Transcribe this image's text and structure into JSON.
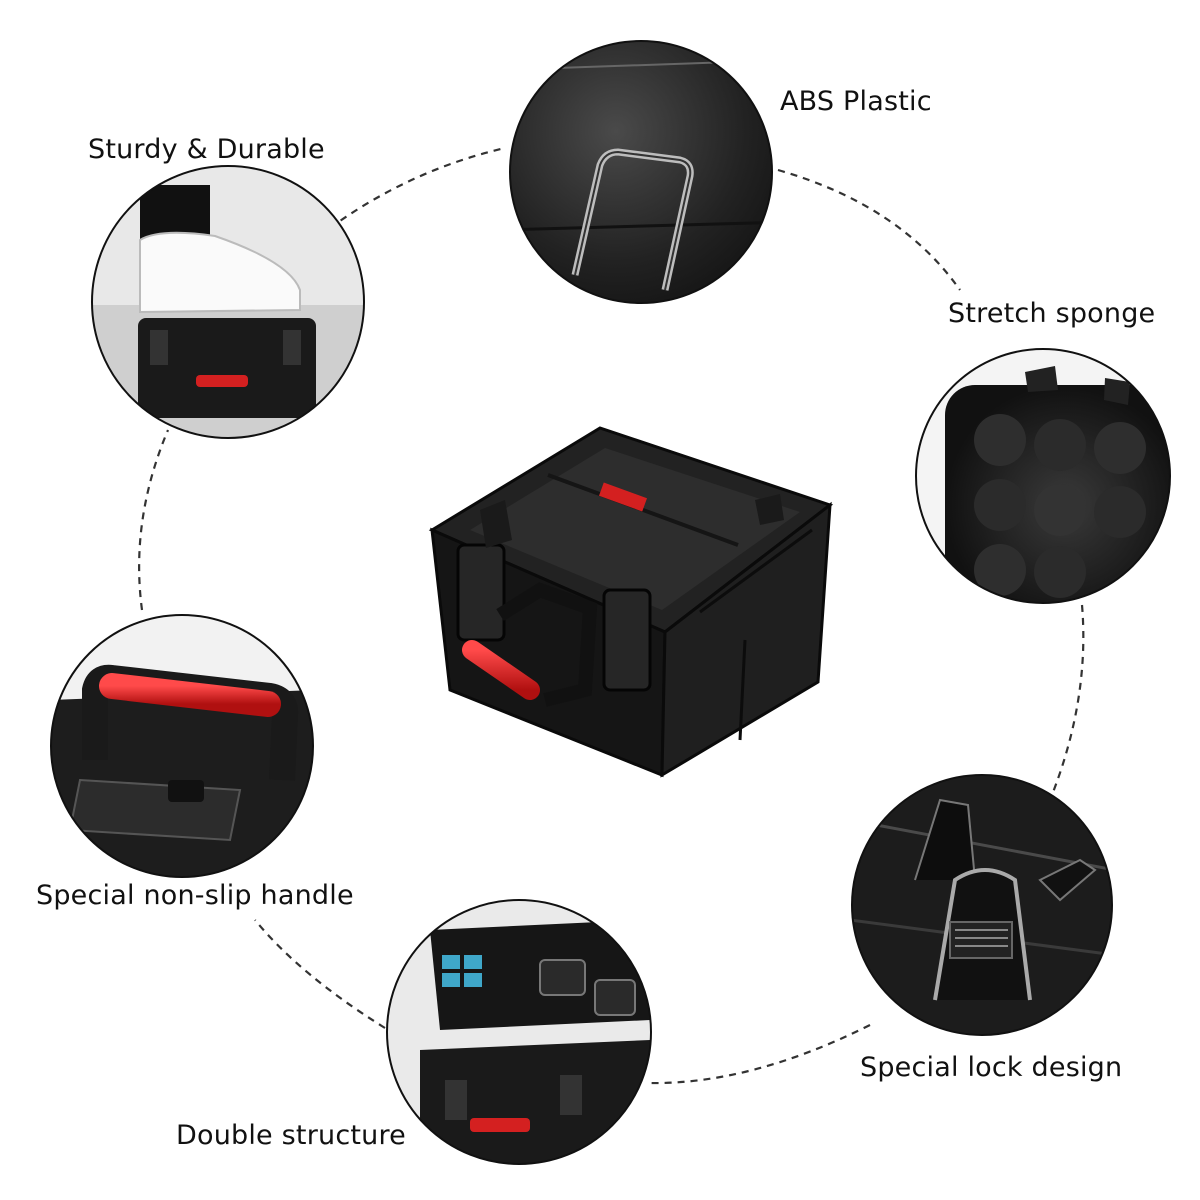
{
  "features": {
    "abs_plastic": "ABS Plastic",
    "sturdy_durable": "Sturdy & Durable",
    "stretch_sponge": "Stretch sponge",
    "non_slip_handle": "Special non-slip handle",
    "lock_design": "Special lock design",
    "double_structure": "Double structure"
  },
  "colors": {
    "case_body": "#1a1a1a",
    "handle_accent": "#d42020",
    "dashed_line": "#333333",
    "background": "#ffffff"
  }
}
